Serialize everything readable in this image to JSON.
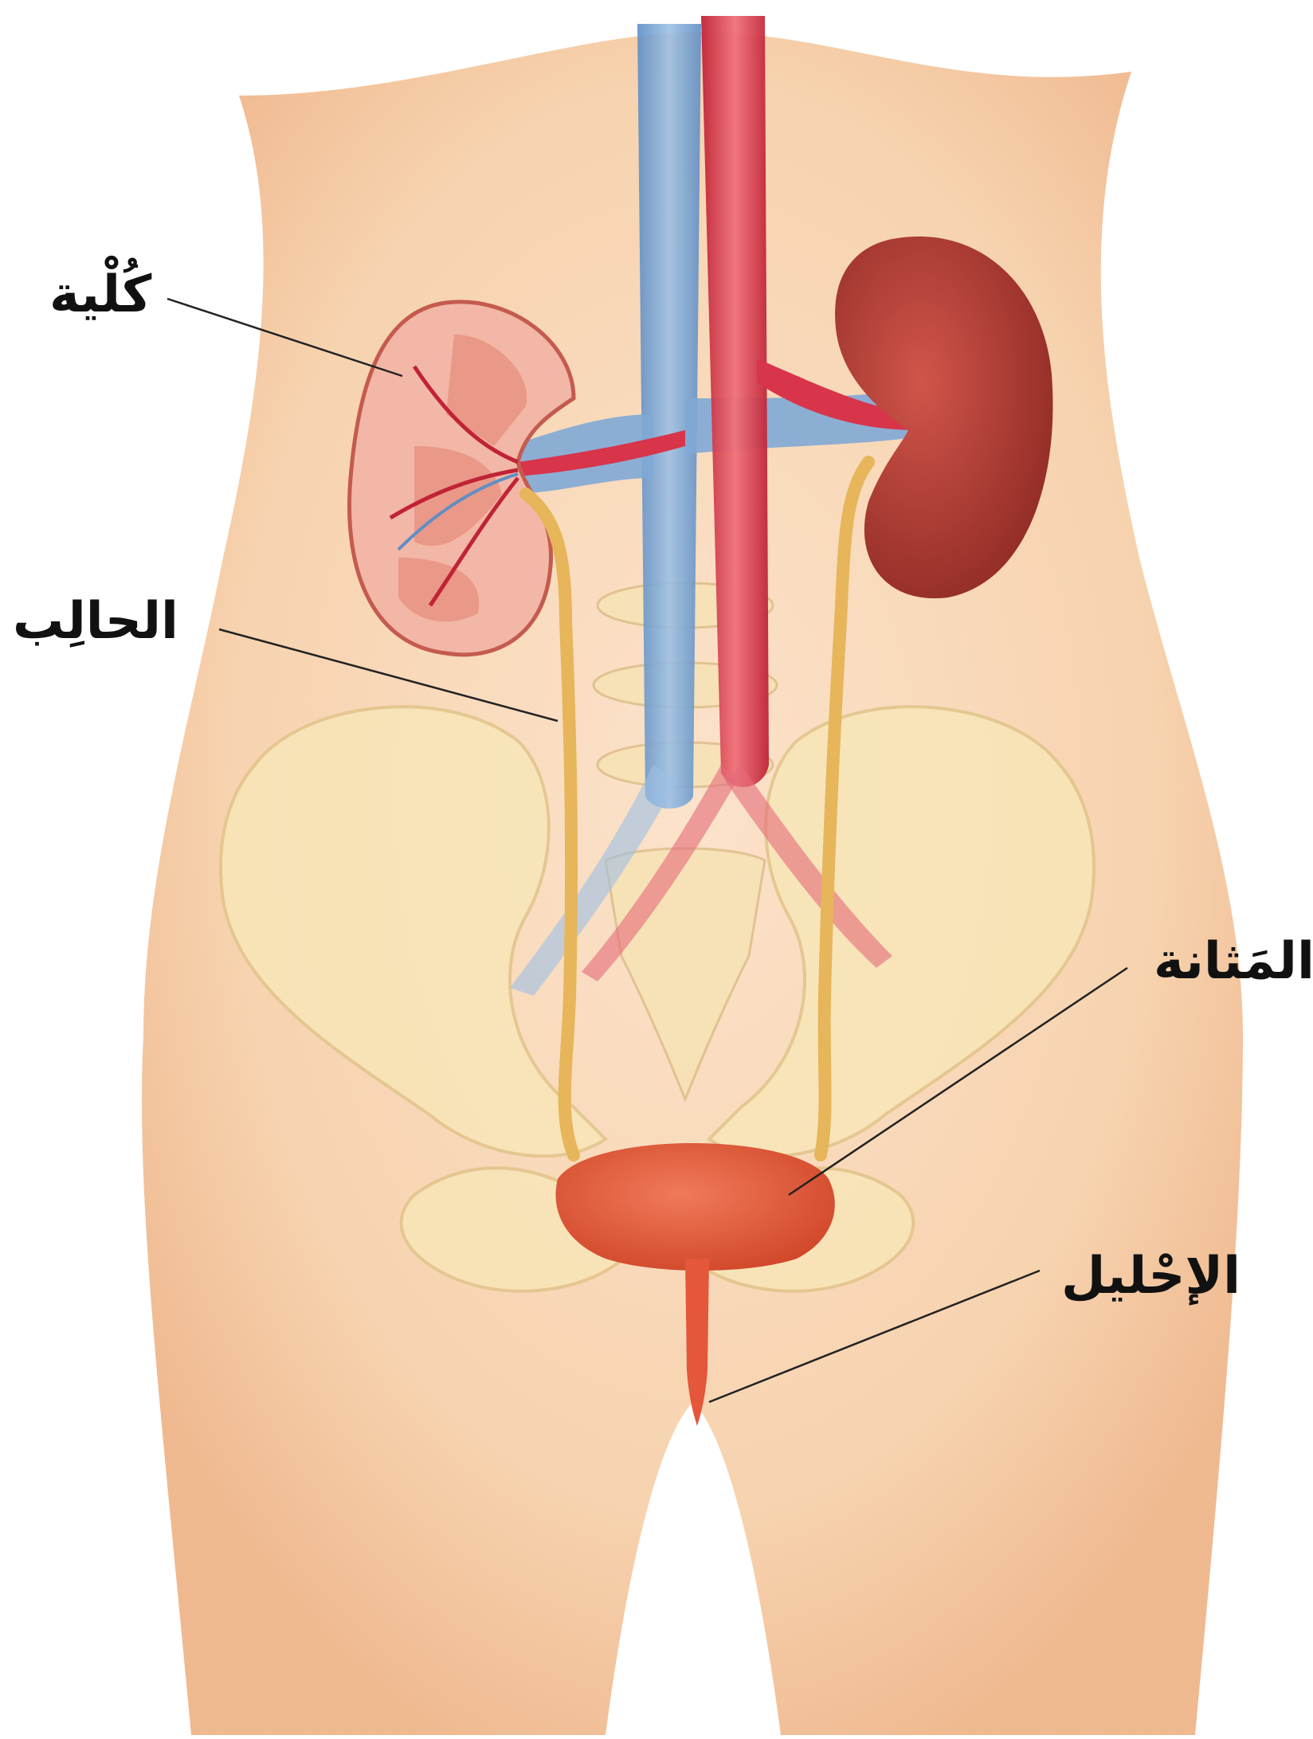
{
  "labels": {
    "kidney": "كُلْية",
    "ureter": "الحالِب",
    "bladder": "المَثانة",
    "urethra": "الإحْليل"
  },
  "colors": {
    "skin": "#f6cfa8",
    "skin_dark": "#eeb386",
    "bone": "#f8e6b8",
    "vein": "#6c9ccd",
    "artery": "#d8344a",
    "kidney": "#b83a32",
    "kidney_section": "#f2b7a6",
    "ureter": "#e7b55a",
    "bladder": "#e4573a",
    "leader_line": "#222222"
  }
}
